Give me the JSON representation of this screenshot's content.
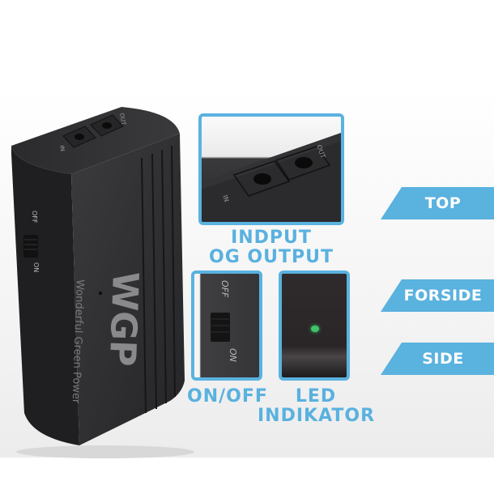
{
  "device": {
    "brand_logo": "WGP",
    "brand_name": "Wonderful Green Power",
    "port_in": "IN",
    "port_out": "OUT",
    "switch_off": "OFF",
    "switch_on": "ON"
  },
  "panels": {
    "top": {
      "caption_line1": "INDPUT",
      "caption_line2": "OG OUTPUT",
      "port_in": "IN",
      "port_out": "OUT"
    },
    "switch": {
      "caption": "ON/OFF",
      "off": "OFF",
      "on": "ON"
    },
    "led": {
      "caption_line1": "LED",
      "caption_line2": "INDIKATOR",
      "led_color": "#3fc46a"
    }
  },
  "tabs": [
    {
      "label": "TOP"
    },
    {
      "label": "FORSIDE"
    },
    {
      "label": "SIDE"
    }
  ],
  "colors": {
    "accent": "#5ab2df",
    "device_body": "#2e2e30"
  }
}
